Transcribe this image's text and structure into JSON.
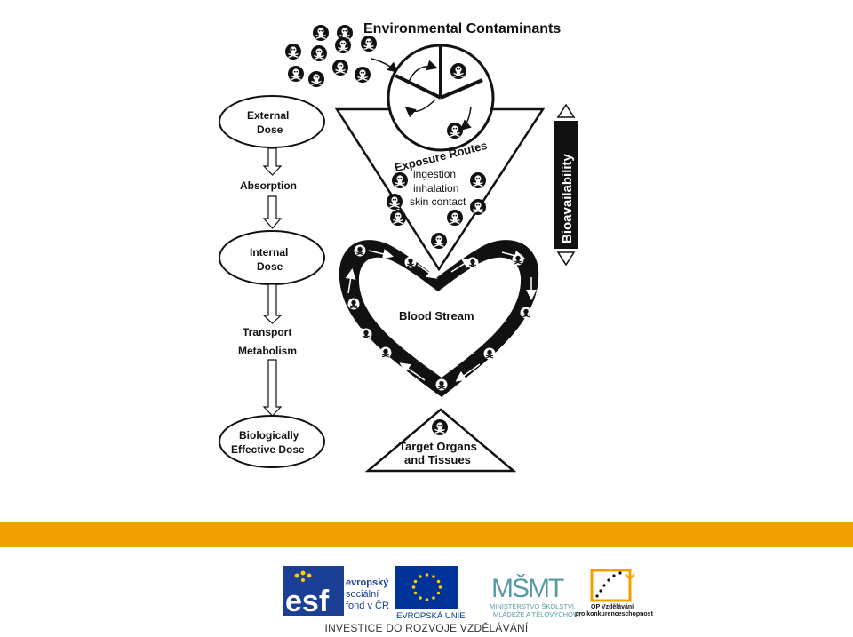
{
  "diagram": {
    "title": "Environmental Contaminants",
    "exposure_routes": {
      "label": "Exposure Routes",
      "items": [
        "ingestion",
        "inhalation",
        "skin contact"
      ]
    },
    "bioavailability": "Bioavailability",
    "blood_stream": "Blood Stream",
    "target": [
      "Target Organs",
      "and Tissues"
    ],
    "left_flow": {
      "external_dose": [
        "External",
        "Dose"
      ],
      "absorption": "Absorption",
      "internal_dose": [
        "Internal",
        "Dose"
      ],
      "transport": "Transport",
      "metabolism": "Metabolism",
      "effective_dose": [
        "Biologically",
        "Effective Dose"
      ]
    }
  },
  "footer": {
    "esf_logo": {
      "mark": "esf",
      "lines": [
        "evropský",
        "sociální",
        "fond v ČR"
      ]
    },
    "eu_logo": {
      "label": "EVROPSKÁ UNIE"
    },
    "msmt_logo": {
      "mark": "MŠMT",
      "lines": [
        "MINISTERSTVO ŠKOLSTVÍ,",
        "MLÁDEŽE A TĚLOVÝCHOVY"
      ]
    },
    "op_logo": {
      "lines": [
        "OP Vzdělávání",
        "pro konkurenceschopnost"
      ]
    },
    "tagline": "INVESTICE DO ROZVOJE VZDĚLÁVÁNÍ"
  },
  "colors": {
    "accent_bar": "#f2a000",
    "esf_blue": "#1a3f95",
    "eu_blue": "#003399",
    "eu_star": "#ffcc00",
    "msmt_teal": "#5a9aa6"
  }
}
